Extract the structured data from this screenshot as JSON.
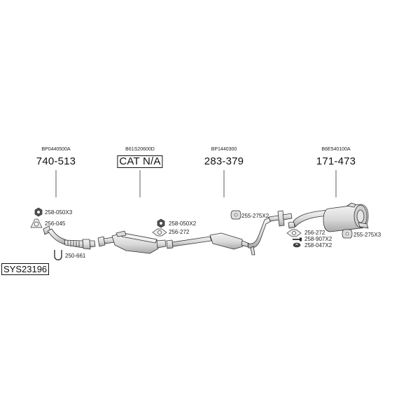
{
  "assemblies": [
    {
      "ref": "BP0440500A",
      "number": "740-513",
      "boxed": false
    },
    {
      "ref": "B61S20600D",
      "number": "CAT N/A",
      "boxed": true
    },
    {
      "ref": "BP1440300",
      "number": "283-379",
      "boxed": false
    },
    {
      "ref": "B6E540100A",
      "number": "171-473",
      "boxed": false
    }
  ],
  "hardware": [
    {
      "label": "258-050X3",
      "icon": "nut-icon"
    },
    {
      "label": "256-045",
      "icon": "gasket-icon"
    },
    {
      "label": "250-661",
      "icon": "u-clamp-icon"
    },
    {
      "label": "258-050X2",
      "icon": "nut-icon"
    },
    {
      "label": "256-272",
      "icon": "gasket-icon"
    },
    {
      "label": "255-275X2",
      "icon": "rubber-hanger-icon"
    },
    {
      "label": "256-272",
      "icon": "gasket-icon"
    },
    {
      "label": "258-907X2",
      "icon": "bolt-icon"
    },
    {
      "label": "258-047X2",
      "icon": "spring-nut-icon"
    },
    {
      "label": "255-275X3",
      "icon": "rubber-hanger-icon"
    }
  ],
  "system_id": "SYS23196",
  "colors": {
    "line": "#333333",
    "fill": "#e8e8e8",
    "shade": "#bdbdbd"
  }
}
